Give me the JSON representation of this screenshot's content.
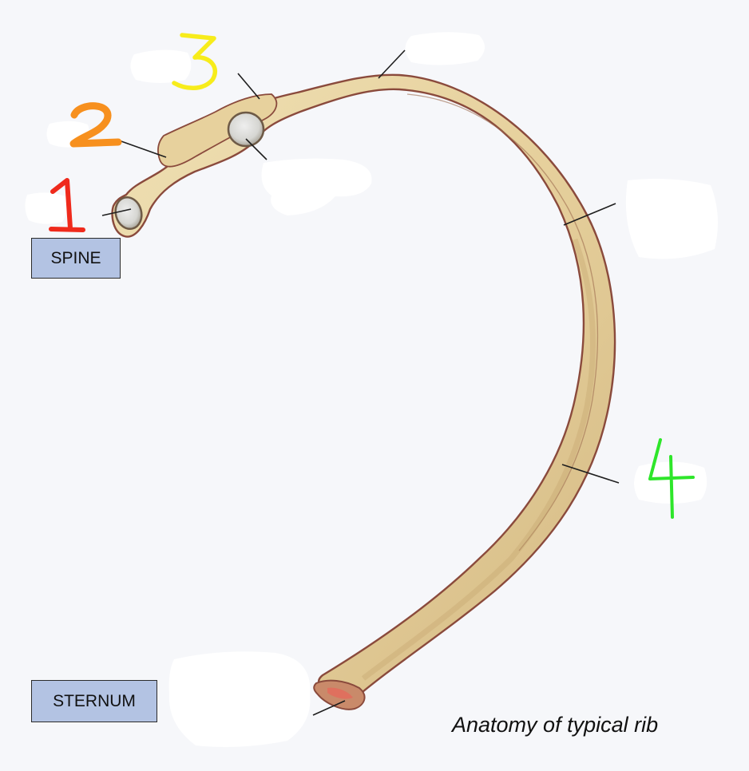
{
  "labels": {
    "spine": "SPINE",
    "sternum": "STERNUM"
  },
  "caption": "Anatomy of typical rib",
  "markers": [
    {
      "number": "1",
      "color": "#ef2a1c"
    },
    {
      "number": "2",
      "color": "#f7901e"
    },
    {
      "number": "3",
      "color": "#f7ec1b"
    },
    {
      "number": "4",
      "color": "#2ee62a"
    }
  ],
  "colors": {
    "background": "#f6f7fa",
    "bone": "#e9d6a4",
    "bone_shadow": "#c9ae74",
    "bone_outline": "#8a4a3c",
    "label_box": "#b3c3e3",
    "blank_patch": "#ffffff"
  }
}
